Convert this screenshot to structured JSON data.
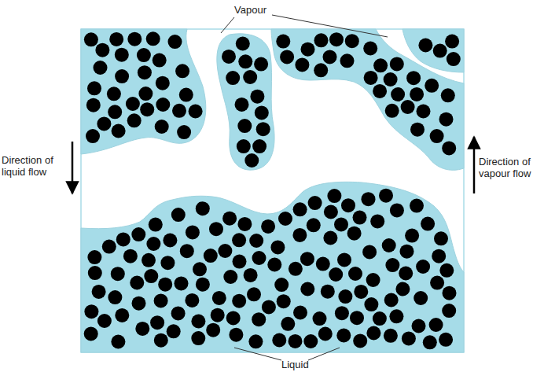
{
  "diagram": {
    "labels": [
      "Vapour",
      "Direction of liquid flow",
      "Direction of vapour flow",
      "Liquid"
    ]
  }
}
